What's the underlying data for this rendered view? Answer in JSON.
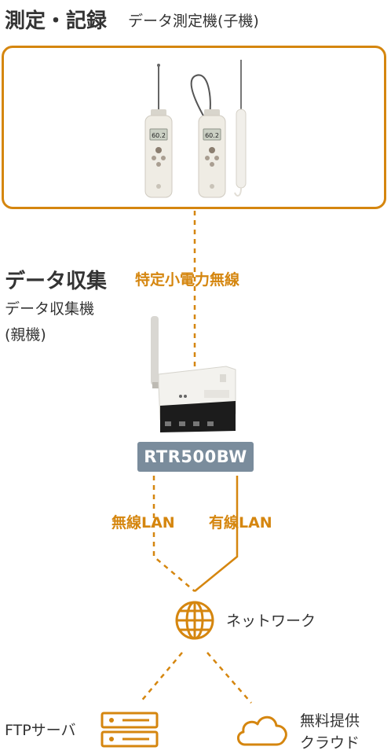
{
  "colors": {
    "accent": "#d5860f",
    "badge_bg": "#7a8c9c",
    "text": "#333333"
  },
  "measure": {
    "title": "測定・記録",
    "subtitle": "データ測定機(子機)"
  },
  "collect": {
    "title": "データ収集",
    "subtitle_line1": "データ収集機",
    "subtitle_line2": "(親機)",
    "link_label": "特定小電力無線"
  },
  "base_device": {
    "model": "RTR500BW"
  },
  "connections": {
    "wireless": "無線LAN",
    "wired": "有線LAN"
  },
  "network": {
    "icon": "globe-icon",
    "label": "ネットワーク"
  },
  "destinations": {
    "ftp": {
      "icon": "server-icon",
      "label": "FTPサーバ"
    },
    "cloud": {
      "icon": "cloud-icon",
      "label_line1": "無料提供",
      "label_line2": "クラウド"
    }
  }
}
